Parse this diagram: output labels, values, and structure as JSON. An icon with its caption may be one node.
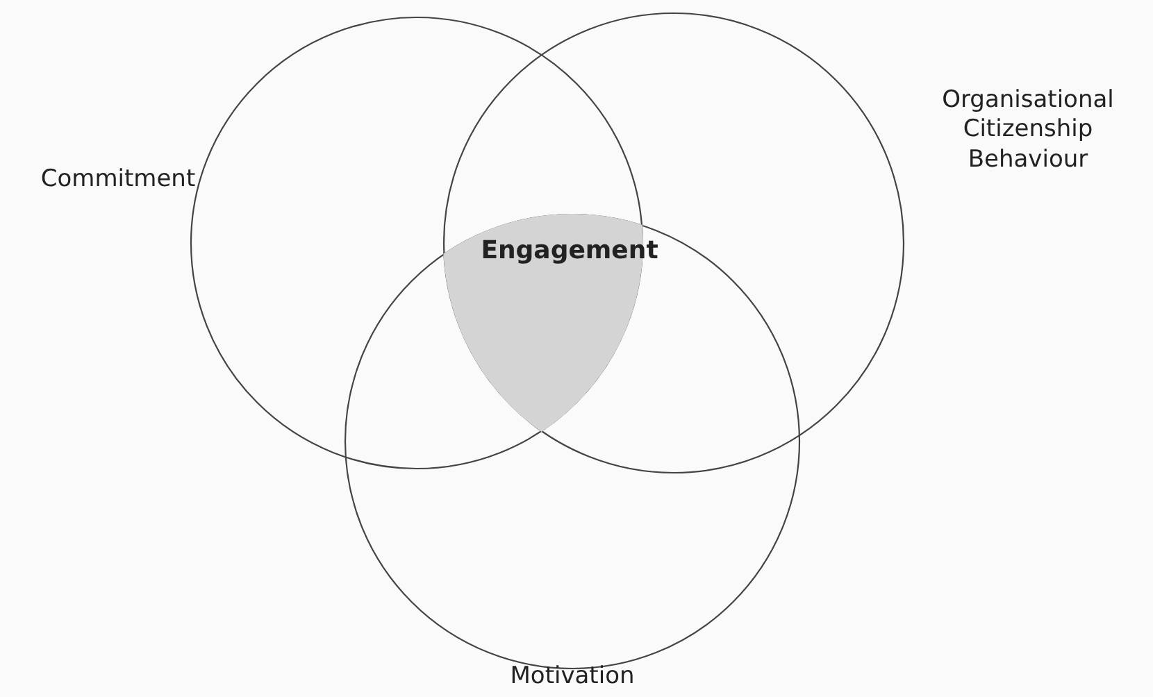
{
  "diagram": {
    "nodes": [
      {
        "text": [
          "Commitment"
        ]
      },
      {
        "text": [
          "Organisational Citizenship Behaviour"
        ]
      },
      {
        "text": [
          "Motivation"
        ]
      },
      {
        "text": [
          "Engagement"
        ]
      }
    ]
  }
}
